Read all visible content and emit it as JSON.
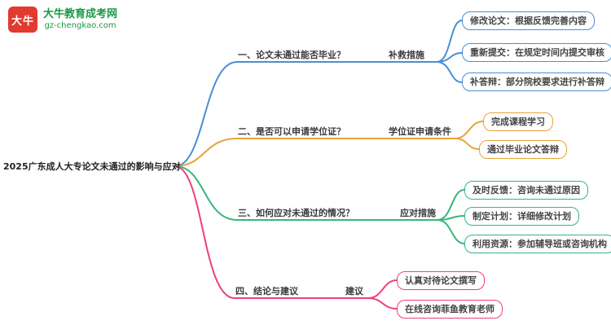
{
  "logo": {
    "icon_text": "大牛",
    "icon_color": "#e23a2f",
    "text_color": "#179a43",
    "site_name": "大牛教育成考网",
    "site_url": "gz-chengkao.com"
  },
  "root": {
    "title": "2025广东成人大专论文未通过的影响与应对"
  },
  "branches": [
    {
      "label": "一、论文未通过能否毕业？",
      "sub_label": "补救措施",
      "color": "#4a8fd4",
      "leaves": [
        "修改论文：根据反馈完善内容",
        "重新提交：在规定时间内提交审核",
        "补答辩：部分院校要求进行补答辩"
      ]
    },
    {
      "label": "二、是否可以申请学位证？",
      "sub_label": "学位证申请条件",
      "color": "#e8a33b",
      "leaves": [
        "完成课程学习",
        "通过毕业论文答辩"
      ]
    },
    {
      "label": "三、如何应对未通过的情况？",
      "sub_label": "应对措施",
      "color": "#35b87c",
      "leaves": [
        "及时反馈：咨询未通过原因",
        "制定计划：详细修改计划",
        "利用资源：参加辅导班或咨询机构"
      ]
    },
    {
      "label": "四、结论与建议",
      "sub_label": "建议",
      "color": "#ee3f7f",
      "leaves": [
        "认真对待论文撰写",
        "在线咨询菲鱼教育老师"
      ]
    }
  ]
}
